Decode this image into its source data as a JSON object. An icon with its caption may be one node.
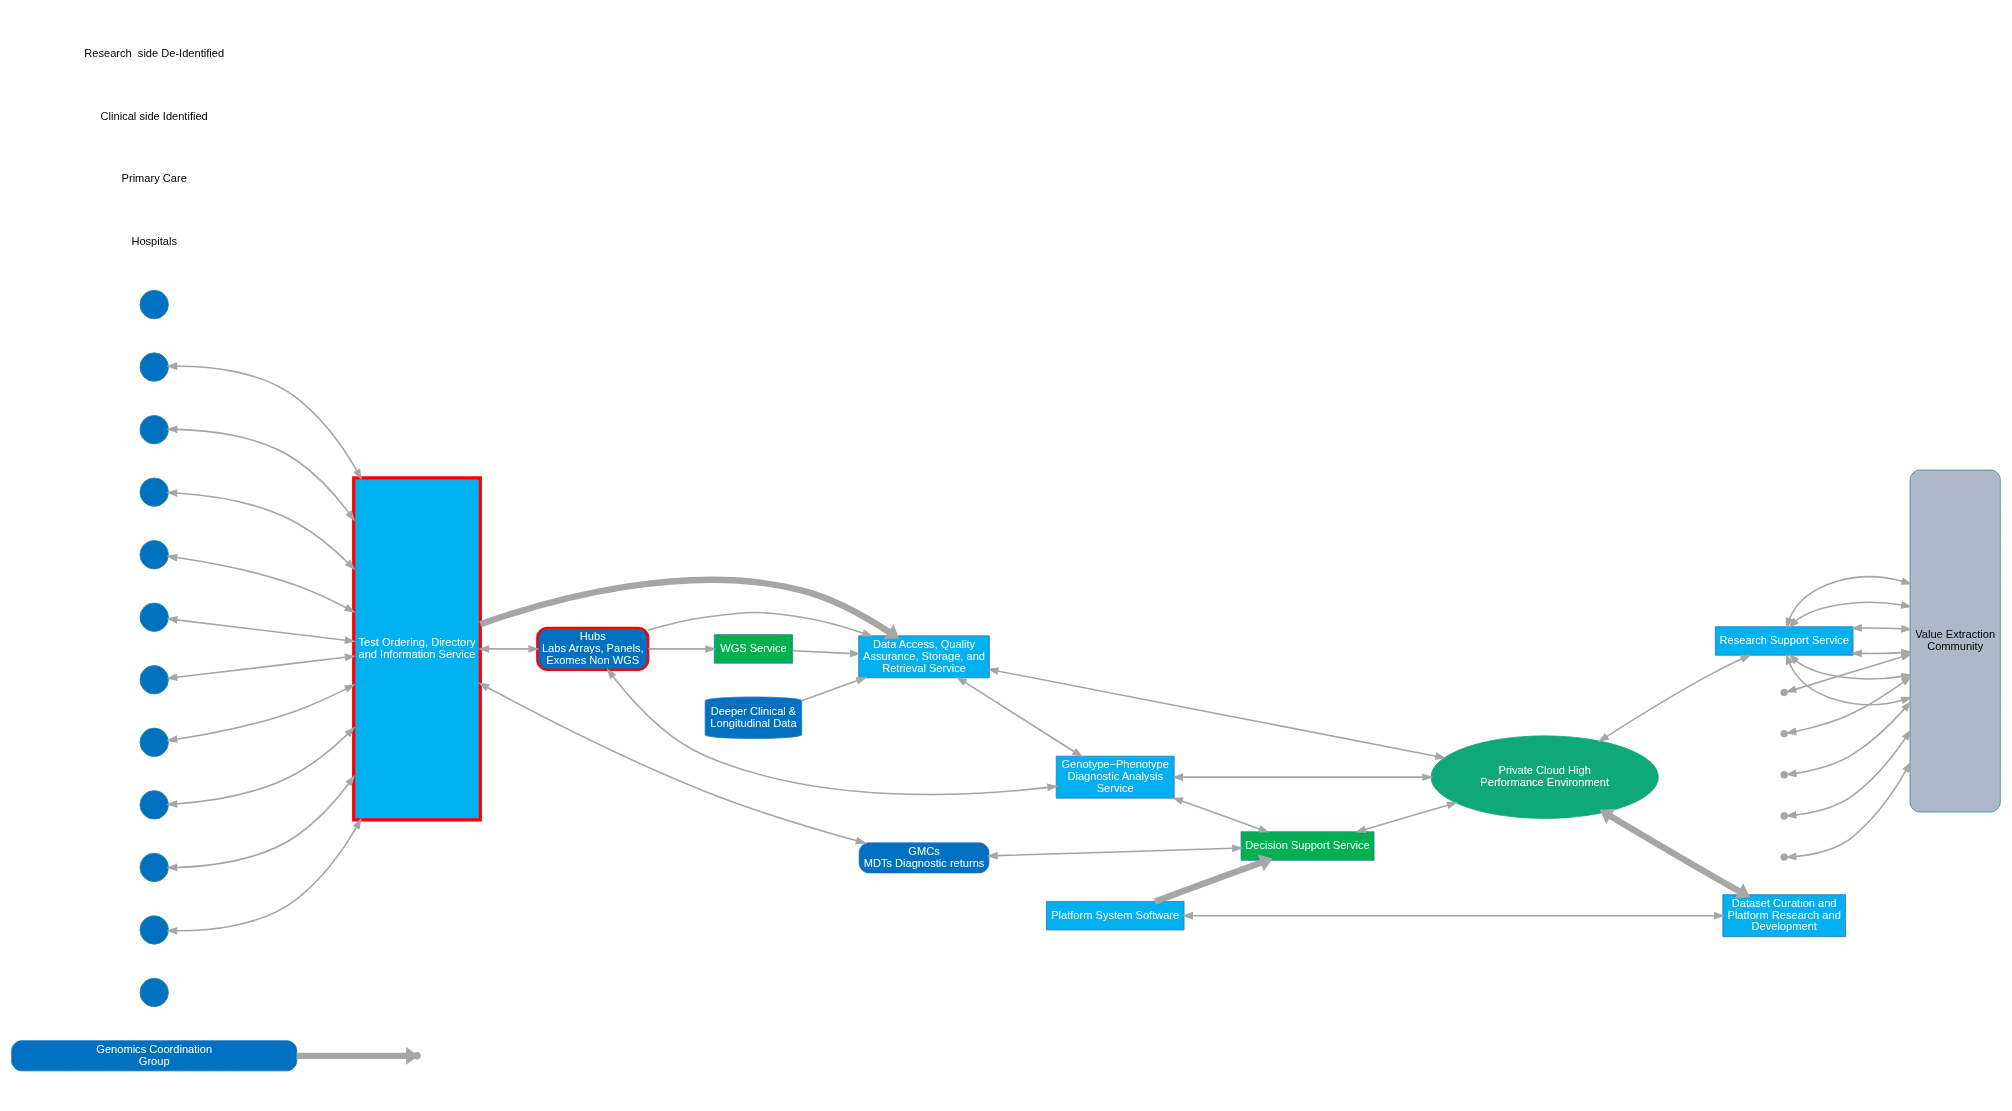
{
  "diagram": {
    "nodes": [
      {
        "text": [
          "Genomics Coordination Group"
        ]
      },
      {
        "text": [],
        "shape": "circle"
      },
      {
        "text": [],
        "shape": "circle"
      },
      {
        "text": [],
        "shape": "circle"
      },
      {
        "text": [],
        "shape": "circle"
      },
      {
        "text": [],
        "shape": "circle"
      },
      {
        "text": [],
        "shape": "circle"
      },
      {
        "text": [],
        "shape": "circle"
      },
      {
        "text": [],
        "shape": "circle"
      },
      {
        "text": [],
        "shape": "circle"
      },
      {
        "text": [],
        "shape": "circle"
      },
      {
        "text": [],
        "shape": "circle"
      },
      {
        "text": [],
        "shape": "circle"
      },
      {
        "text": [
          "Test Ordering, Directory and Information Service"
        ]
      },
      {
        "text": [
          "Hubs",
          "Labs Arrays, Panels, Exomes Non WGS"
        ]
      },
      {
        "text": [
          "GMCs",
          "MDTs Diagnostic returns"
        ]
      },
      {
        "text": [
          "WGS Service"
        ]
      },
      {
        "text": [
          "Deeper Clinical & Longitudinal Data"
        ]
      },
      {
        "text": [
          "Data Access, Quality Assurance, Storage, and Retrieval Service"
        ]
      },
      {
        "text": [
          "Genotype−Phenotype Diagnostic Analysis Service"
        ]
      },
      {
        "text": [
          "Decision Support Service"
        ]
      },
      {
        "text": [
          "Private Cloud High Performance Environment"
        ]
      },
      {
        "text": [
          "Research Support Service"
        ]
      },
      {
        "text": [
          "Value Extraction Community"
        ]
      },
      {
        "text": [
          "Platform System Software"
        ]
      },
      {
        "text": [
          "Dataset Curation and Platform Research and Development"
        ]
      }
    ],
    "edges": [
      {
        "from": 0,
        "to": null,
        "arrow": "to",
        "style": "thick"
      },
      {
        "from": 24,
        "to": 20,
        "arrow": "to",
        "style": "thick"
      },
      {
        "from": 2,
        "to": 13,
        "arrow": "both"
      },
      {
        "from": 3,
        "to": 13,
        "arrow": "both"
      },
      {
        "from": 4,
        "to": 13,
        "arrow": "both"
      },
      {
        "from": 5,
        "to": 13,
        "arrow": "both"
      },
      {
        "from": 6,
        "to": 13,
        "arrow": "both"
      },
      {
        "from": 7,
        "to": 13,
        "arrow": "both"
      },
      {
        "from": 8,
        "to": 13,
        "arrow": "both"
      },
      {
        "from": 9,
        "to": 13,
        "arrow": "both"
      },
      {
        "from": 10,
        "to": 13,
        "arrow": "both"
      },
      {
        "from": 11,
        "to": 13,
        "arrow": "both"
      },
      {
        "from": 13,
        "to": 18,
        "arrow": "to",
        "style": "thick"
      },
      {
        "from": 13,
        "to": 14,
        "arrow": "both"
      },
      {
        "from": 13,
        "to": 15,
        "arrow": "both"
      },
      {
        "from": 14,
        "to": 18,
        "arrow": "to"
      },
      {
        "from": 14,
        "to": 16,
        "arrow": "to"
      },
      {
        "from": 16,
        "to": 18,
        "arrow": "to"
      },
      {
        "from": 14,
        "to": 19,
        "arrow": "both"
      },
      {
        "from": 15,
        "to": 20,
        "arrow": "both"
      },
      {
        "from": 17,
        "to": 18,
        "arrow": "to"
      },
      {
        "from": 18,
        "to": 19,
        "arrow": "both"
      },
      {
        "from": 19,
        "to": 20,
        "arrow": "both"
      },
      {
        "from": 18,
        "to": 21,
        "arrow": "both"
      },
      {
        "from": 19,
        "to": 21,
        "arrow": "both"
      },
      {
        "from": 20,
        "to": 21,
        "arrow": "both"
      },
      {
        "from": 21,
        "to": 22,
        "arrow": "both"
      },
      {
        "from": 21,
        "to": 25,
        "arrow": "both",
        "style": "thick"
      },
      {
        "from": 24,
        "to": 25,
        "arrow": "both"
      },
      {
        "from": null,
        "to": 23,
        "arrow": "both"
      },
      {
        "from": null,
        "to": 23,
        "arrow": "both"
      },
      {
        "from": 22,
        "to": 23,
        "arrow": "both"
      },
      {
        "from": 22,
        "to": 23,
        "arrow": "both"
      },
      {
        "from": 22,
        "to": 23,
        "arrow": "both"
      },
      {
        "from": 22,
        "to": 23,
        "arrow": "both"
      },
      {
        "from": 22,
        "to": 23,
        "arrow": "both"
      },
      {
        "from": 22,
        "to": 23,
        "arrow": "both"
      },
      {
        "from": null,
        "to": 23,
        "arrow": "both"
      },
      {
        "from": null,
        "to": 23,
        "arrow": "both"
      },
      {
        "from": null,
        "to": 23,
        "arrow": "both"
      }
    ],
    "labels": [
      "Hospitals",
      "Primary Care",
      "Clinical side Identified",
      "Research  side De-Identified"
    ]
  }
}
